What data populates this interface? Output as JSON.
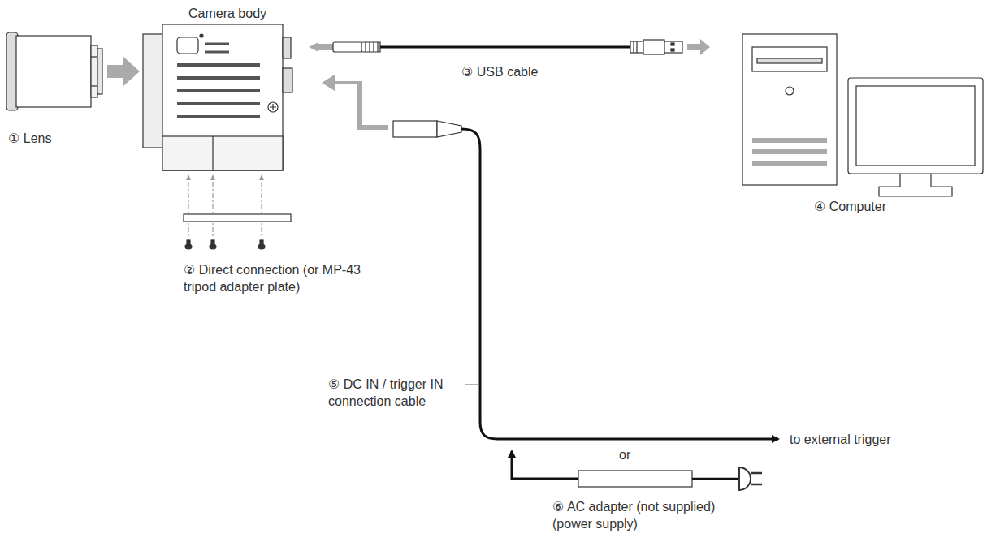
{
  "diagram": {
    "labels": [
      "Camera body",
      "① Lens",
      "③ USB cable",
      "④ Computer",
      "② Direct connection (or MP-43 tripod adapter plate)",
      "⑤ DC IN / trigger IN connection cable",
      "to external trigger",
      "or",
      "⑥ AC adapter (not supplied) (power supply)"
    ]
  }
}
